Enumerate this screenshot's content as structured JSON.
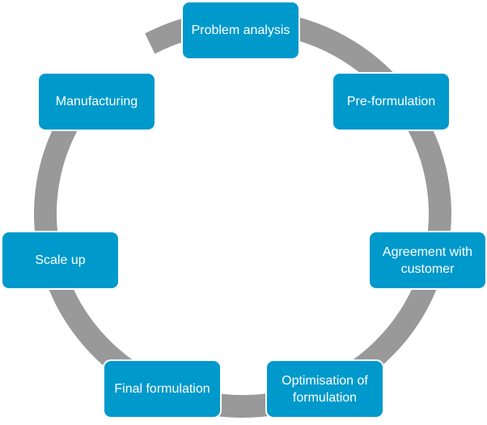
{
  "diagram": {
    "type": "cycle",
    "direction": "clockwise",
    "colors": {
      "box_fill": "#0099cc",
      "box_text": "#ffffff",
      "arrow": "#999999",
      "background": "#ffffff"
    },
    "steps": [
      {
        "id": "problem-analysis",
        "label": "Problem analysis"
      },
      {
        "id": "pre-formulation",
        "label": "Pre-formulation"
      },
      {
        "id": "agreement-with-customer",
        "label": "Agreement with customer"
      },
      {
        "id": "optimisation-of-formulation",
        "label": "Optimisation of formulation"
      },
      {
        "id": "final-formulation",
        "label": "Final formulation"
      },
      {
        "id": "scale-up",
        "label": "Scale up"
      },
      {
        "id": "manufacturing",
        "label": "Manufacturing"
      }
    ],
    "arrow_target": "manufacturing"
  }
}
